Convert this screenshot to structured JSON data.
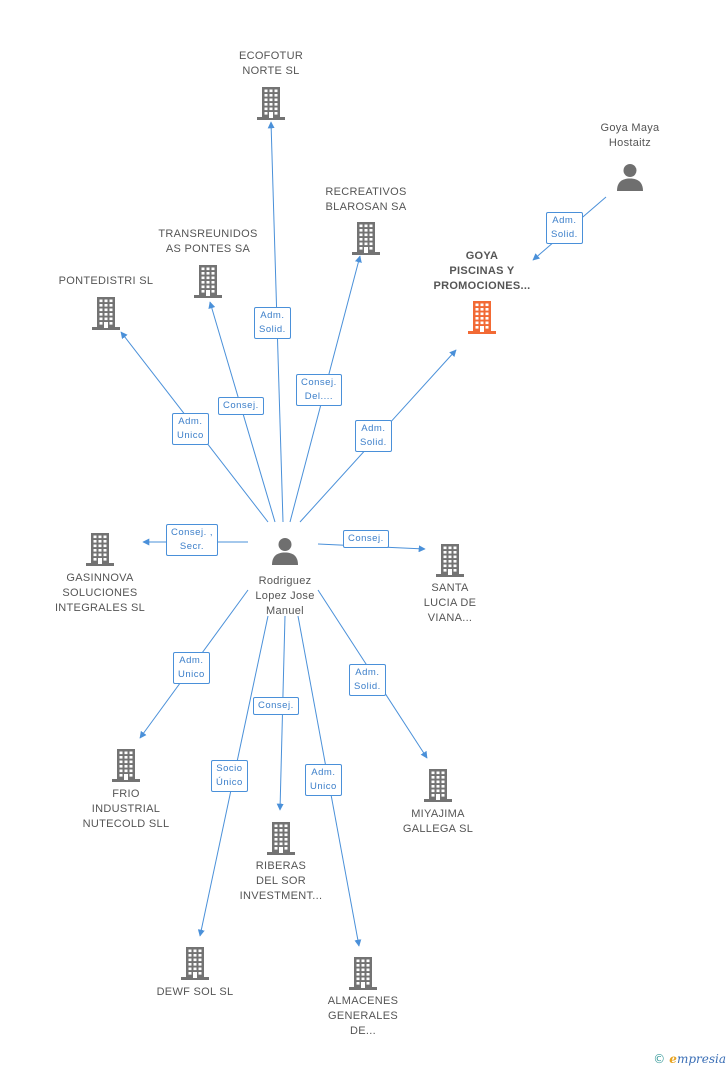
{
  "colors": {
    "edge": "#4a90d9",
    "building": "#737373",
    "building_focus": "#f26a35",
    "person": "#6f6f6f",
    "role_text": "#3b7ec9"
  },
  "nodes": [
    {
      "id": "rodriguez",
      "kind": "person",
      "label": "Rodriguez\nLopez Jose\nManuel",
      "focus": false
    },
    {
      "id": "goya_maya",
      "kind": "person",
      "label": "Goya Maya\nHostaitz",
      "focus": false
    },
    {
      "id": "goya_piscinas",
      "kind": "company",
      "label": "GOYA\nPISCINAS Y\nPROMOCIONES...",
      "focus": true
    },
    {
      "id": "ecofotur",
      "kind": "company",
      "label": "ECOFOTUR\nNORTE SL",
      "focus": false
    },
    {
      "id": "recreativos",
      "kind": "company",
      "label": "RECREATIVOS\nBLAROSAN SA",
      "focus": false
    },
    {
      "id": "transreunidos",
      "kind": "company",
      "label": "TRANSREUNIDOS\nAS PONTES SA",
      "focus": false
    },
    {
      "id": "pontedistri",
      "kind": "company",
      "label": "PONTEDISTRI SL",
      "focus": false
    },
    {
      "id": "gasinnova",
      "kind": "company",
      "label": "GASINNOVA\nSOLUCIONES\nINTEGRALES SL",
      "focus": false
    },
    {
      "id": "santa_lucia",
      "kind": "company",
      "label": "SANTA\nLUCIA DE\nVIANA...",
      "focus": false
    },
    {
      "id": "frio",
      "kind": "company",
      "label": "FRIO\nINDUSTRIAL\nNUTECOLD SLL",
      "focus": false
    },
    {
      "id": "miyajima",
      "kind": "company",
      "label": "MIYAJIMA\nGALLEGA SL",
      "focus": false
    },
    {
      "id": "riberas",
      "kind": "company",
      "label": "RIBERAS\nDEL SOR\nINVESTMENT...",
      "focus": false
    },
    {
      "id": "dewf",
      "kind": "company",
      "label": "DEWF SOL SL",
      "focus": false
    },
    {
      "id": "almacenes",
      "kind": "company",
      "label": "ALMACENES\nGENERALES\nDE...",
      "focus": false
    }
  ],
  "edges": [
    {
      "from": "rodriguez",
      "to": "ecofotur",
      "role": "Adm.\nSolid."
    },
    {
      "from": "rodriguez",
      "to": "recreativos",
      "role": "Consej.\nDel...."
    },
    {
      "from": "rodriguez",
      "to": "transreunidos",
      "role": "Consej."
    },
    {
      "from": "rodriguez",
      "to": "pontedistri",
      "role": "Adm.\nUnico"
    },
    {
      "from": "rodriguez",
      "to": "goya_piscinas",
      "role": "Adm.\nSolid."
    },
    {
      "from": "goya_maya",
      "to": "goya_piscinas",
      "role": "Adm.\nSolid."
    },
    {
      "from": "rodriguez",
      "to": "gasinnova",
      "role": "Consej. ,\nSecr."
    },
    {
      "from": "rodriguez",
      "to": "santa_lucia",
      "role": "Consej."
    },
    {
      "from": "rodriguez",
      "to": "frio",
      "role": "Adm.\nUnico"
    },
    {
      "from": "rodriguez",
      "to": "miyajima",
      "role": "Adm.\nSolid."
    },
    {
      "from": "rodriguez",
      "to": "riberas",
      "role": "Consej."
    },
    {
      "from": "rodriguez",
      "to": "dewf",
      "role": "Socio\nÚnico"
    },
    {
      "from": "rodriguez",
      "to": "almacenes",
      "role": "Adm.\nUnico"
    }
  ],
  "brand": {
    "copyright": "©",
    "initial": "e",
    "rest": "mpresia"
  }
}
